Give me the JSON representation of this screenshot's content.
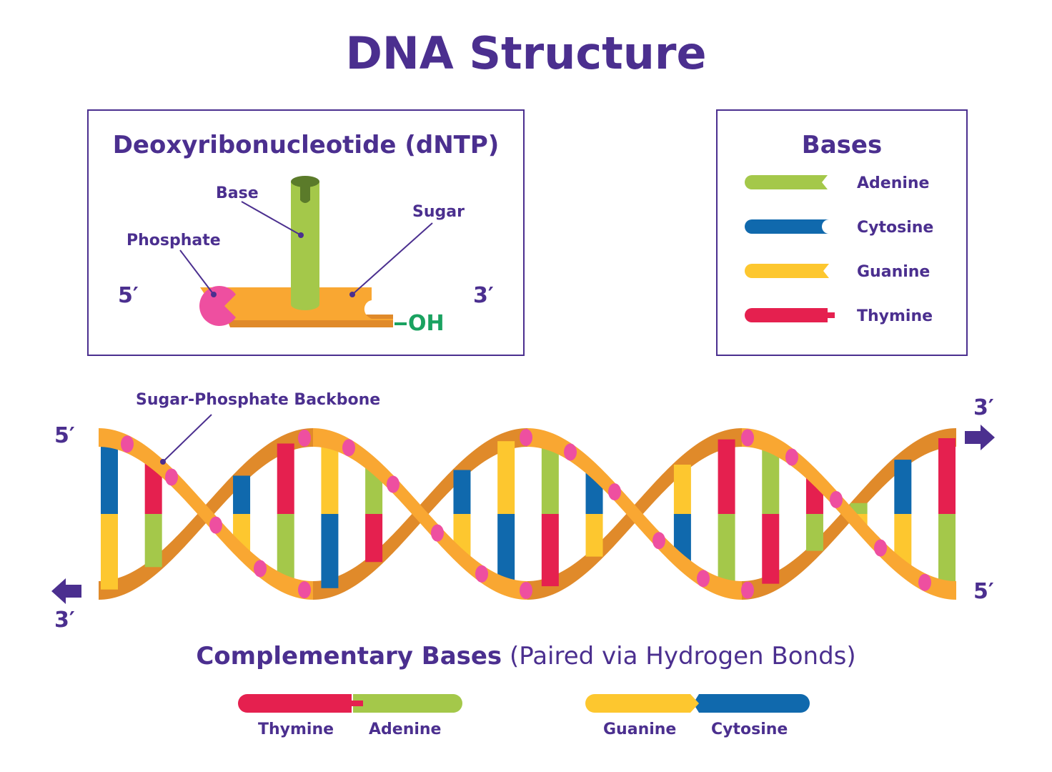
{
  "title": "DNA Structure",
  "dntp": {
    "title": "Deoxyribonucleotide (dNTP)",
    "base_label": "Base",
    "sugar_label": "Sugar",
    "phosphate_label": "Phosphate",
    "five_prime": "5′",
    "three_prime": "3′",
    "oh_label": "OH"
  },
  "bases_legend": {
    "title": "Bases",
    "items": [
      {
        "name": "Adenine",
        "color": "#a4c84a",
        "icon": "adenine-bar-icon"
      },
      {
        "name": "Cytosine",
        "color": "#1069ad",
        "icon": "cytosine-bar-icon"
      },
      {
        "name": "Guanine",
        "color": "#fdc72f",
        "icon": "guanine-bar-icon"
      },
      {
        "name": "Thymine",
        "color": "#e5204f",
        "icon": "thymine-bar-icon"
      }
    ]
  },
  "helix": {
    "backbone_label": "Sugar-Phosphate Backbone",
    "top_left_end": "5′",
    "bottom_left_end": "3′",
    "top_right_end": "3′",
    "bottom_right_end": "5′",
    "backbone_color": "#f9a732",
    "backbone_dark_color": "#e08a2a",
    "phosphate_color": "#ee4fa0"
  },
  "complementary": {
    "title_bold": "Complementary Bases",
    "title_normal": "(Paired via Hydrogen Bonds)",
    "pair1_left": "Thymine",
    "pair1_right": "Adenine",
    "pair2_left": "Guanine",
    "pair2_right": "Cytosine"
  },
  "colors": {
    "title": "#4b2f8f",
    "oh": "#1aa260"
  }
}
